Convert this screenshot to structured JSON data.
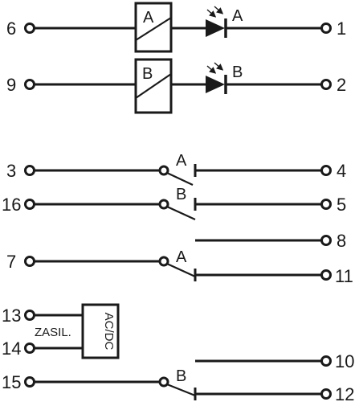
{
  "terminals": {
    "t6": "6",
    "t1": "1",
    "t9": "9",
    "t2": "2",
    "t3": "3",
    "t4": "4",
    "t16": "16",
    "t5": "5",
    "t8": "8",
    "t7": "7",
    "t11": "11",
    "t13": "13",
    "t14": "14",
    "t10": "10",
    "t15": "15",
    "t12": "12"
  },
  "relays": {
    "a": {
      "coil_label": "A",
      "led_label": "A"
    },
    "b": {
      "coil_label": "B",
      "led_label": "B"
    }
  },
  "contacts": {
    "row1": "A",
    "row2": "B",
    "row3": "A",
    "row4": "B"
  },
  "power": {
    "label": "ZASIL.",
    "box_label": "AC/DC"
  }
}
